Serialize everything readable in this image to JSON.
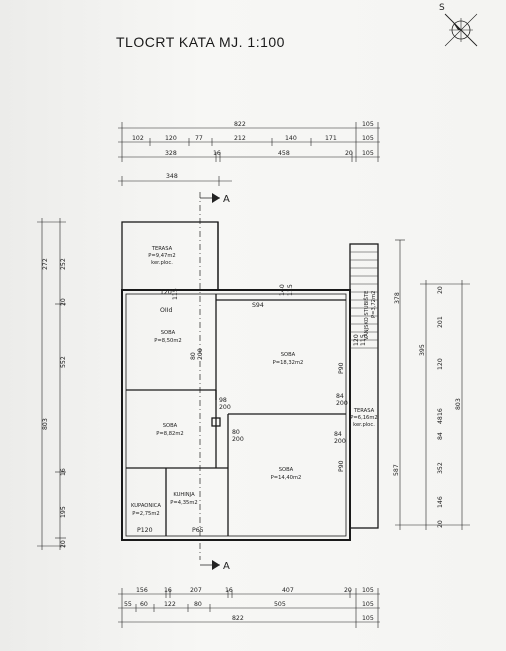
{
  "title": "TLOCRT KATA MJ. 1:100",
  "compass_label": "S",
  "section_marker": "A",
  "dims_top": {
    "row1": [
      "822",
      "105"
    ],
    "row2": [
      "102",
      "120",
      "77",
      "212",
      "140",
      "171",
      "105"
    ],
    "row3": [
      "328",
      "16",
      "458",
      "20",
      "105"
    ],
    "row4": [
      "348"
    ]
  },
  "dims_bottom": {
    "row1": [
      "156",
      "16",
      "207",
      "16",
      "407",
      "20",
      "105"
    ],
    "row2": [
      "55",
      "60",
      "122",
      "80",
      "505",
      "105"
    ],
    "row3": [
      "822",
      "105"
    ]
  },
  "dims_left": {
    "outer": [
      "803"
    ],
    "middle": [
      "272",
      "552",
      "195",
      "20"
    ],
    "inner": [
      "252",
      "20",
      "16"
    ]
  },
  "dims_right": {
    "outer": [
      "803"
    ],
    "middle": [
      "378",
      "395",
      "587"
    ],
    "inner": [
      "20",
      "201",
      "120",
      "16",
      "48",
      "84",
      "352",
      "146",
      "20"
    ]
  },
  "rooms": {
    "terasa_top": [
      "TERASA",
      "P=9,47m2",
      "ker.ploc."
    ],
    "soba1": [
      "SOBA",
      "P=8,50m2"
    ],
    "soba2": [
      "SOBA",
      "P=18,32m2"
    ],
    "soba3": [
      "SOBA",
      "P=8,82m2"
    ],
    "terasa_right": [
      "TERASA",
      "P=6,16m2",
      "ker.ploc."
    ],
    "soba4": [
      "SOBA",
      "P=14,40m2"
    ],
    "kupaonica": [
      "KUPAONICA",
      "P=2,75m2"
    ],
    "kuhinja": [
      "KUHINJA",
      "P=4,35m2"
    ]
  },
  "stair_label": "VANJSKO STUBIŠTE",
  "stair_area": "P=3,72m2",
  "openings": {
    "w_terasa": [
      "120",
      "115"
    ],
    "w_soba_top": [
      "OIId"
    ],
    "w_soba_top2": [
      "140",
      "115"
    ],
    "w_soba_label": [
      "S94"
    ],
    "d_hall": [
      "80",
      "200"
    ],
    "d_hall2": [
      "98",
      "200"
    ],
    "d_hall3": [
      "80",
      "200"
    ],
    "w_right1": [
      "120",
      "115"
    ],
    "w_right2": [
      "P90"
    ],
    "d_right": [
      "84",
      "200"
    ],
    "d_right2": [
      "84",
      "200"
    ],
    "w_right3": [
      "P90"
    ],
    "w_bottom1": [
      "P120"
    ],
    "w_bottom2": [
      "P65"
    ]
  }
}
